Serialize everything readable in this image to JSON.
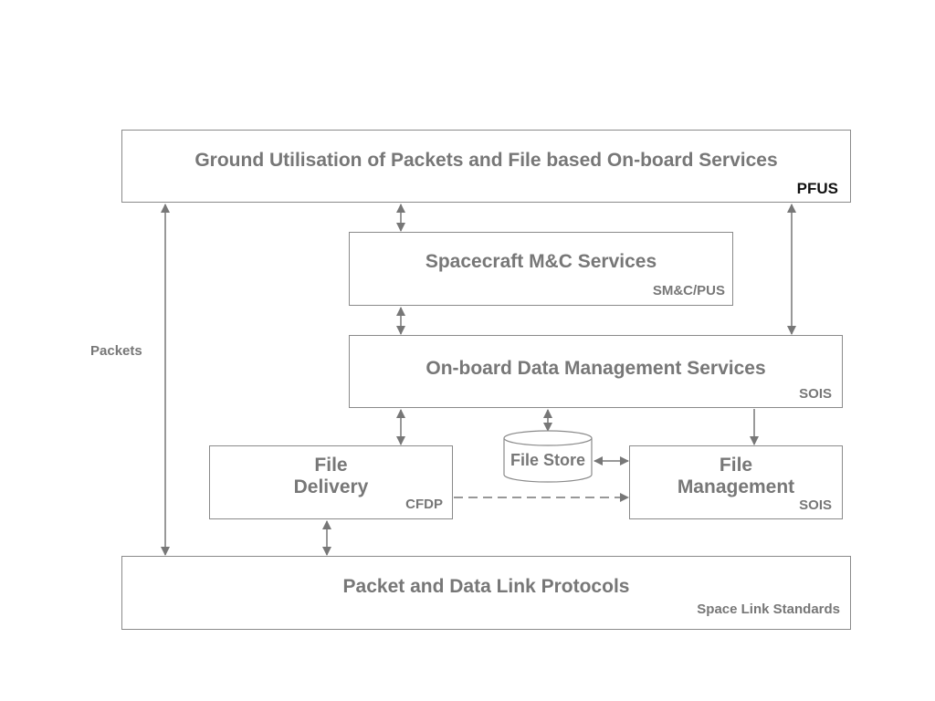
{
  "diagram": {
    "ground": {
      "title": "Ground Utilisation of Packets and File based On-board Services",
      "tag": "PFUS"
    },
    "smc": {
      "title": "Spacecraft M&C Services",
      "tag": "SM&C/PUS"
    },
    "odms": {
      "title": "On-board Data Management Services",
      "tag": "SOIS"
    },
    "file_delivery": {
      "title_line1": "File",
      "title_line2": "Delivery",
      "tag": "CFDP"
    },
    "file_store": {
      "label": "File Store"
    },
    "file_management": {
      "title_line1": "File",
      "title_line2": "Management",
      "tag": "SOIS"
    },
    "packet_link": {
      "title": "Packet and Data Link Protocols",
      "tag": "Space Link Standards"
    },
    "packets_label": "Packets",
    "colors": {
      "text": "#777777",
      "line": "#777777",
      "tag_dark": "#111111"
    }
  }
}
